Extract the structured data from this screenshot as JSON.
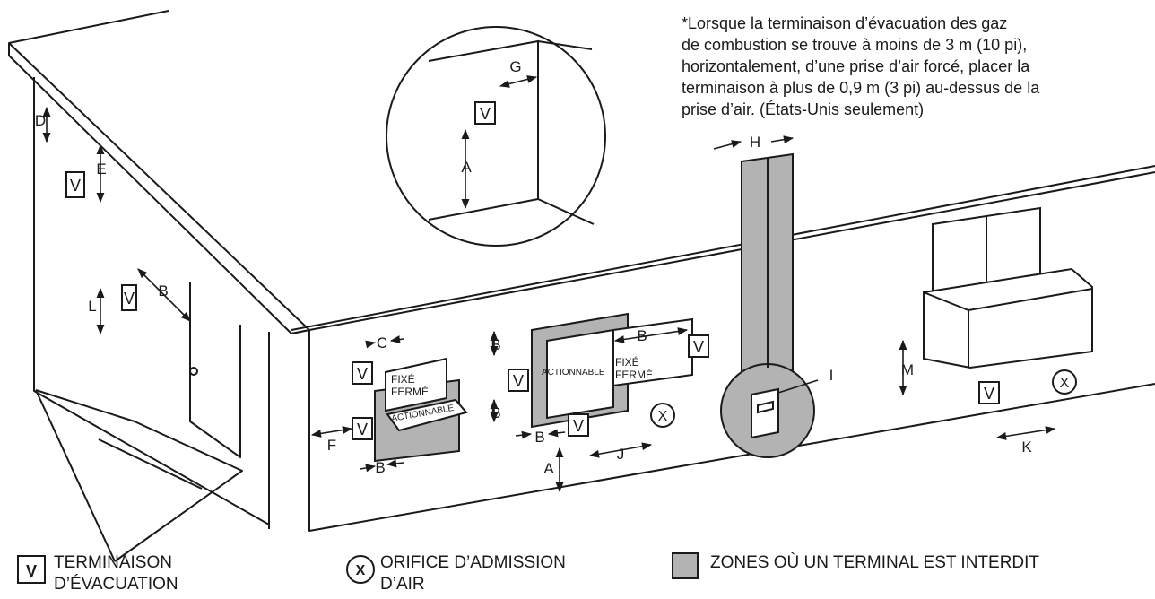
{
  "note": {
    "lines": [
      "*Lorsque la terminaison d’évacuation des gaz",
      "de combustion se trouve à moins de 3 m (10 pi),",
      "horizontalement, d’une prise d’air forcé, placer la",
      "terminaison à plus de 0,9 m (3 pi) au-dessus de la",
      "prise d’air. (États-Unis seulement)"
    ]
  },
  "labels": {
    "A": "A",
    "B": "B",
    "C": "C",
    "D": "D",
    "E": "E",
    "F": "F",
    "G": "G",
    "H": "H",
    "I": "I",
    "J": "J",
    "K": "K",
    "L": "L",
    "M": "M"
  },
  "symbols": {
    "vent": "V",
    "intake": "X"
  },
  "window_text": {
    "fixed_line1": "FIXÉ",
    "fixed_line2": "FERMÉ",
    "operable": "ACTIONNABLE"
  },
  "legend": {
    "vent_line1": "TERMINAISON",
    "vent_line2": "D’ÉVACUATION",
    "intake_line1": "ORIFICE D’ADMISSION",
    "intake_line2": "D’AIR",
    "zone": "ZONES OÙ UN TERMINAL EST INTERDIT"
  },
  "colors": {
    "line": "#1a1a1a",
    "zone_gray": "#b3b3b3",
    "background": "#ffffff"
  }
}
